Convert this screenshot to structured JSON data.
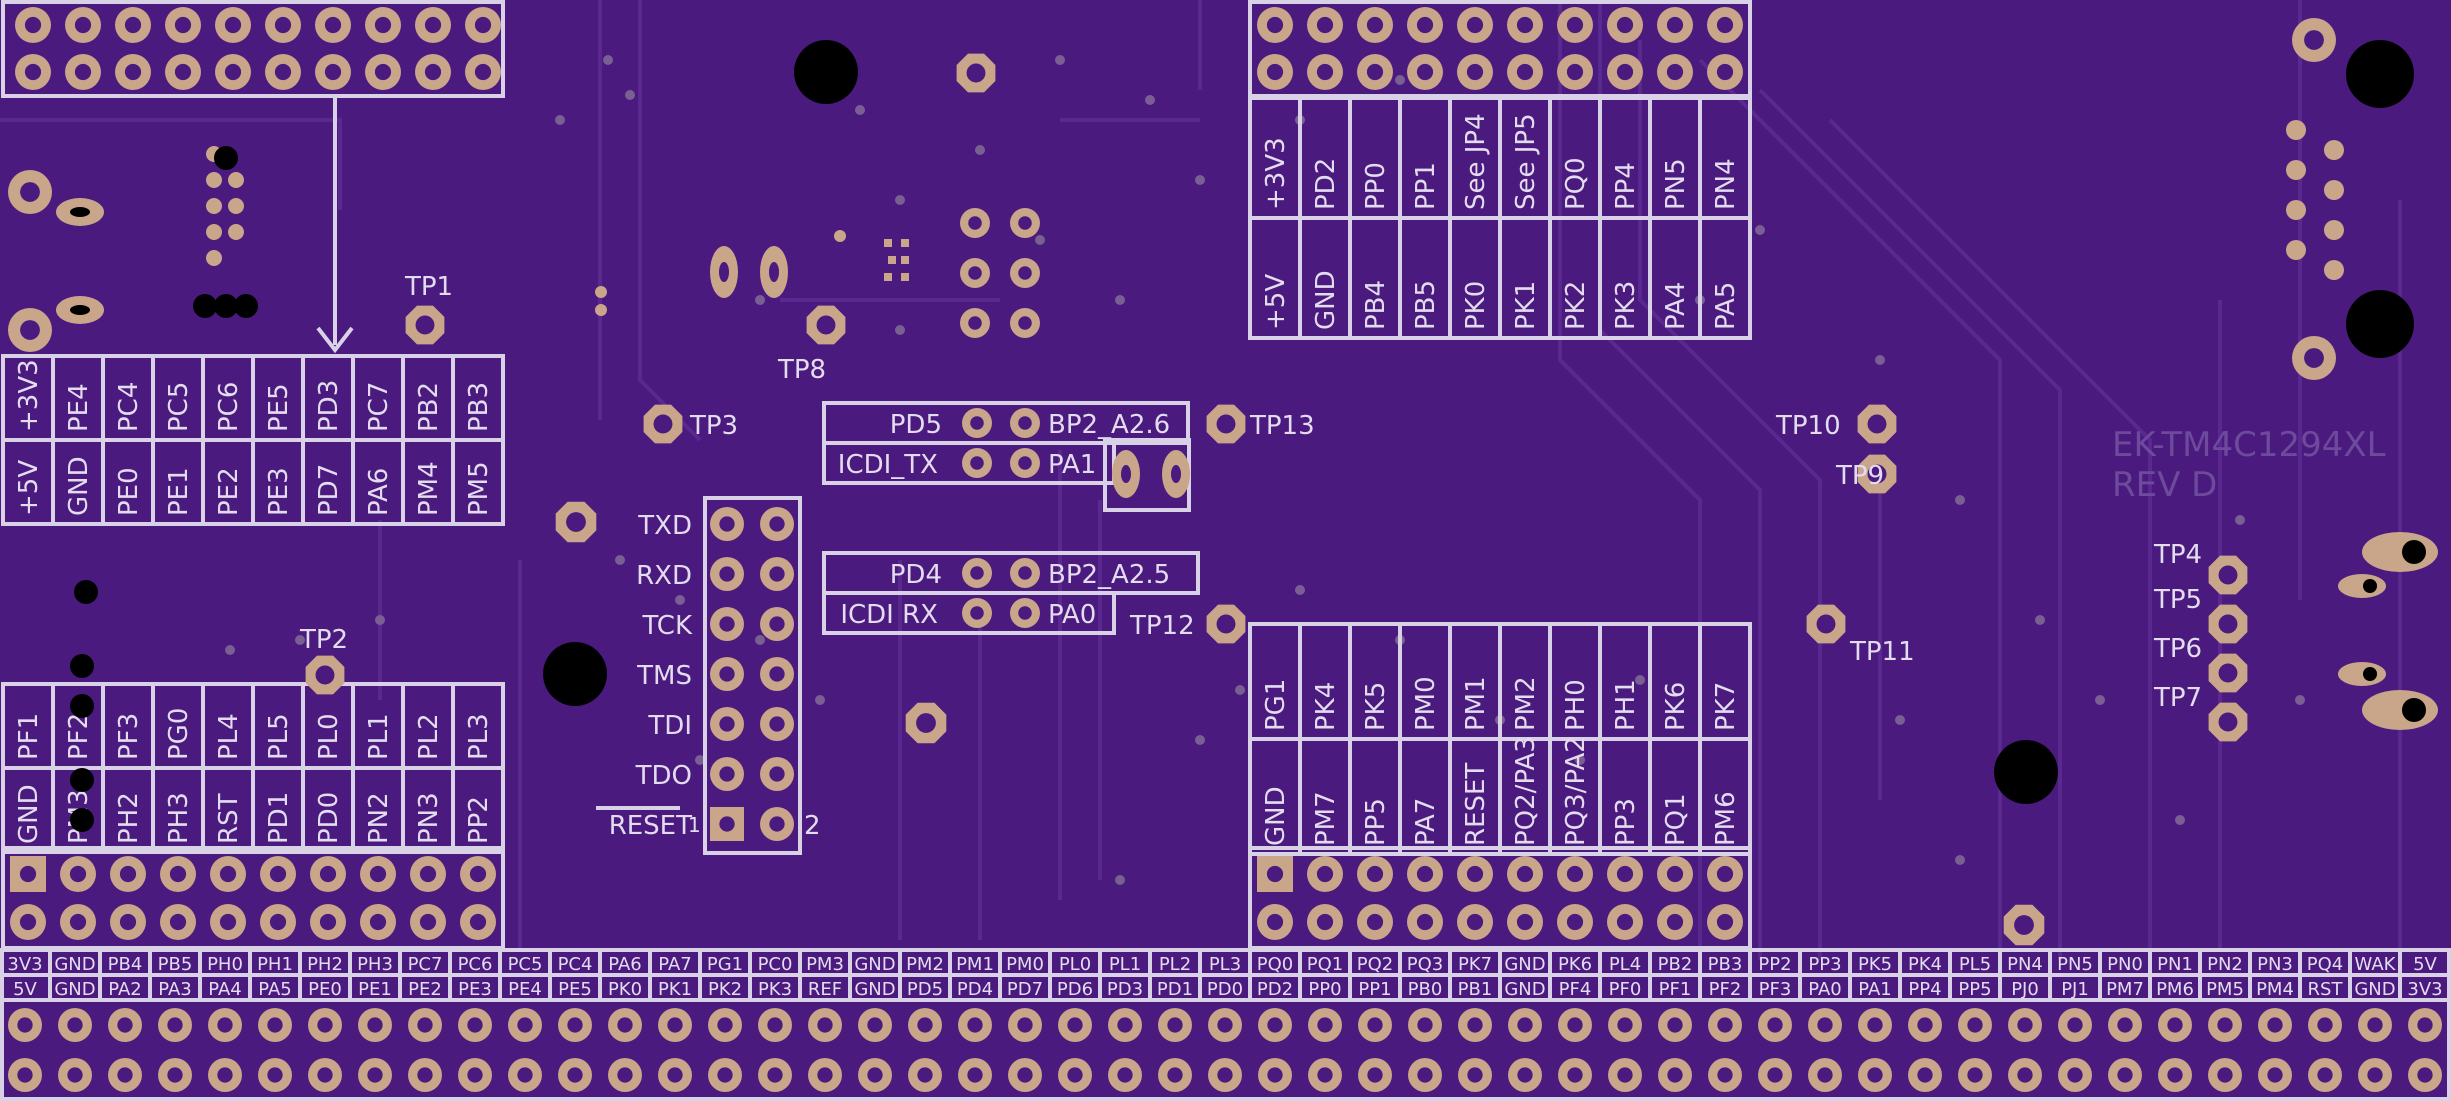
{
  "colors": {
    "board": "#4a1a7e",
    "silk": "#d9d2e6",
    "pad": "#c9a58a"
  },
  "board_id": [
    "EK-TM4C1294XL",
    "REV D"
  ],
  "test_points": [
    "TP1",
    "TP2",
    "TP3",
    "TP4",
    "TP5",
    "TP6",
    "TP7",
    "TP8",
    "TP9",
    "TP10",
    "TP11",
    "TP12",
    "TP13"
  ],
  "header_A": {
    "top": [
      "+3V3",
      "PE4",
      "PC4",
      "PC5",
      "PC6",
      "PE5",
      "PD3",
      "PC7",
      "PB2",
      "PB3"
    ],
    "bottom": [
      "+5V",
      "GND",
      "PE0",
      "PE1",
      "PE2",
      "PE3",
      "PD7",
      "PA6",
      "PM4",
      "PM5"
    ]
  },
  "header_B": {
    "top": [
      "PF1",
      "PF2",
      "PF3",
      "PG0",
      "PL4",
      "PL5",
      "PL0",
      "PL1",
      "PL2",
      "PL3"
    ],
    "bottom": [
      "GND",
      "PM3",
      "PH2",
      "PH3",
      "RST",
      "PD1",
      "PD0",
      "PN2",
      "PN3",
      "PP2"
    ]
  },
  "header_C": {
    "top": [
      "+3V3",
      "PD2",
      "PP0",
      "PP1",
      "See JP4",
      "See JP5",
      "PQ0",
      "PP4",
      "PN5",
      "PN4"
    ],
    "bottom": [
      "+5V",
      "GND",
      "PB4",
      "PB5",
      "PK0",
      "PK1",
      "PK2",
      "PK3",
      "PA4",
      "PA5"
    ]
  },
  "header_D": {
    "top": [
      "PG1",
      "PK4",
      "PK5",
      "PM0",
      "PM1",
      "PM2",
      "PH0",
      "PH1",
      "PK6",
      "PK7"
    ],
    "bottom": [
      "GND",
      "PM7",
      "PP5",
      "PA7",
      "RESET",
      "PQ2/PA3",
      "PQ3/PA2",
      "PP3",
      "PQ1",
      "PM6"
    ]
  },
  "jtag": {
    "left": [
      "TXD",
      "RXD",
      "TCK",
      "TMS",
      "TDI",
      "TDO",
      "RESET"
    ],
    "pin1": "1",
    "pin2": "2"
  },
  "icdi_block_1": {
    "row1_left": "PD5",
    "row1_right": "BP2_A2.6",
    "row2_left": "ICDI_TX",
    "row2_right": "PA1"
  },
  "icdi_block_2": {
    "row1_left": "PD4",
    "row1_right": "BP2_A2.5",
    "row2_left": "ICDI RX",
    "row2_right": "PA0"
  },
  "bottom_strip": {
    "row1": [
      "3V3",
      "GND",
      "PB4",
      "PB5",
      "PH0",
      "PH1",
      "PH2",
      "PH3",
      "PC7",
      "PC6",
      "PC5",
      "PC4",
      "PA6",
      "PA7",
      "PG1",
      "PC0",
      "PM3",
      "GND",
      "PM2",
      "PM1",
      "PM0",
      "PL0",
      "PL1",
      "PL2",
      "PL3",
      "PQ0",
      "PQ1",
      "PQ2",
      "PQ3",
      "PK7",
      "GND",
      "PK6",
      "PL4",
      "PB2",
      "PB3",
      "PP2",
      "PP3",
      "PK5",
      "PK4",
      "PL5",
      "PN4",
      "PN5",
      "PN0",
      "PN1",
      "PN2",
      "PN3",
      "PQ4",
      "WAK",
      "5V"
    ],
    "row2": [
      "5V",
      "GND",
      "PA2",
      "PA3",
      "PA4",
      "PA5",
      "PE0",
      "PE1",
      "PE2",
      "PE3",
      "PE4",
      "PE5",
      "PK0",
      "PK1",
      "PK2",
      "PK3",
      "REF",
      "GND",
      "PD5",
      "PD4",
      "PD7",
      "PD6",
      "PD3",
      "PD1",
      "PD0",
      "PD2",
      "PP0",
      "PP1",
      "PB0",
      "PB1",
      "GND",
      "PF4",
      "PF0",
      "PF1",
      "PF2",
      "PF3",
      "PA0",
      "PA1",
      "PP4",
      "PP5",
      "PJ0",
      "PJ1",
      "PM7",
      "PM6",
      "PM5",
      "PM4",
      "RST",
      "GND",
      "3V3"
    ]
  }
}
